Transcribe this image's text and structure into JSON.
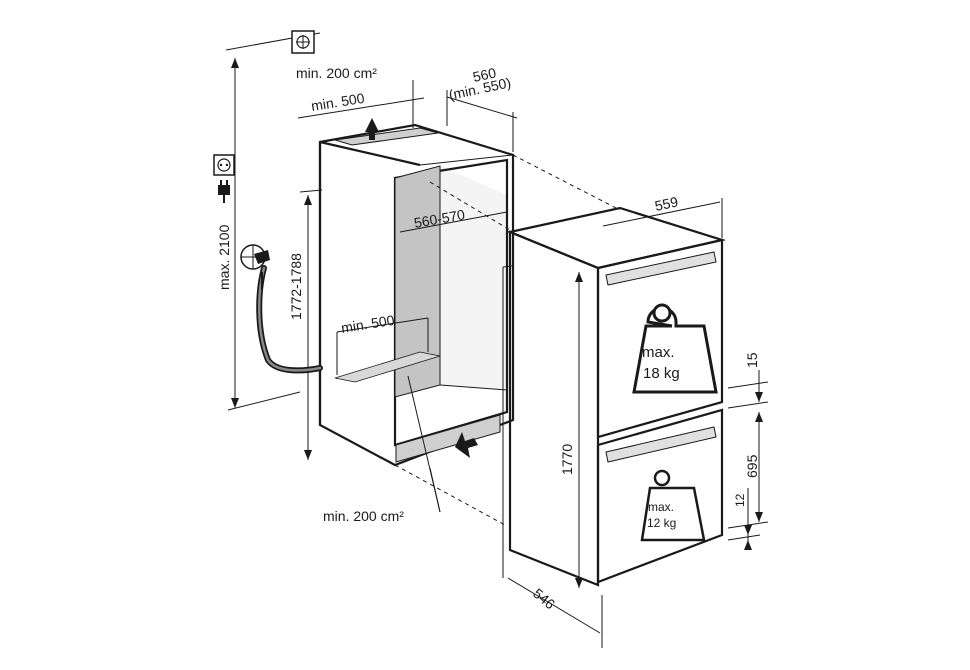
{
  "labels": {
    "vent_top_area": "min. 200 cm²",
    "vent_top_width": "min. 500",
    "niche_depth": "560",
    "niche_depth_min": "(min. 550)",
    "height_max": "max. 2100",
    "niche_height": "1772-1788",
    "niche_width": "560-570",
    "vent_bottom_width": "min. 500",
    "vent_bottom_area": "min. 200 cm²",
    "appliance_width": "559",
    "appliance_height": "1770",
    "appliance_depth": "546",
    "gap_top": "15",
    "lower_door": "695",
    "gap_bottom": "12",
    "weight_upper_line1": "max.",
    "weight_upper_line2": "18 kg",
    "weight_lower_line1": "max.",
    "weight_lower_line2": "12 kg"
  },
  "icons": {
    "water": "water-connection-icon",
    "socket": "power-socket-icon",
    "plug": "power-plug-icon",
    "tap": "water-tap-icon",
    "weight": "weight-icon",
    "arrow": "airflow-arrow-icon"
  },
  "colors": {
    "line": "#1a1a1a",
    "niche_shade": "#c4c4c4",
    "appliance_fill": "#f3f3f3",
    "hinge_fill": "#e0e0e0"
  }
}
